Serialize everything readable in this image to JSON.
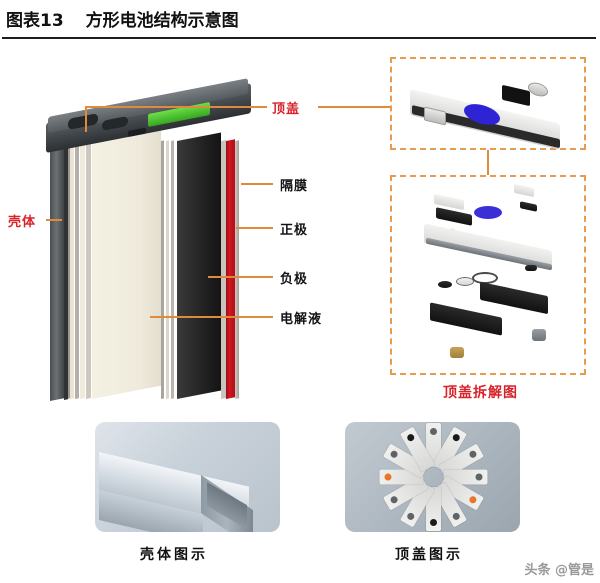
{
  "header": {
    "figure_number": "图表13",
    "title": "方形电池结构示意图"
  },
  "diagram": {
    "labels": {
      "top_cover": "顶盖",
      "separator": "隔膜",
      "cathode": "正极",
      "anode": "负极",
      "electrolyte": "电解液",
      "shell": "壳体"
    },
    "exploded_caption": "顶盖拆解图",
    "colors": {
      "label_red": "#d8232a",
      "label_black": "#141414",
      "leader_orange": "#e08b3c",
      "dashed_border": "#e79b4e",
      "cathode_layer": "#c01016",
      "anode_layer": "#1f1f1f",
      "electrolyte_layer": "#efeadb",
      "vent_green": "#4cbd2a",
      "terminal_blue": "#2f23d6"
    }
  },
  "photos": [
    {
      "caption": "壳体图示",
      "name": "case-photo"
    },
    {
      "caption": "顶盖图示",
      "name": "top-cover-photo"
    }
  ],
  "watermark": "头条 @管是"
}
